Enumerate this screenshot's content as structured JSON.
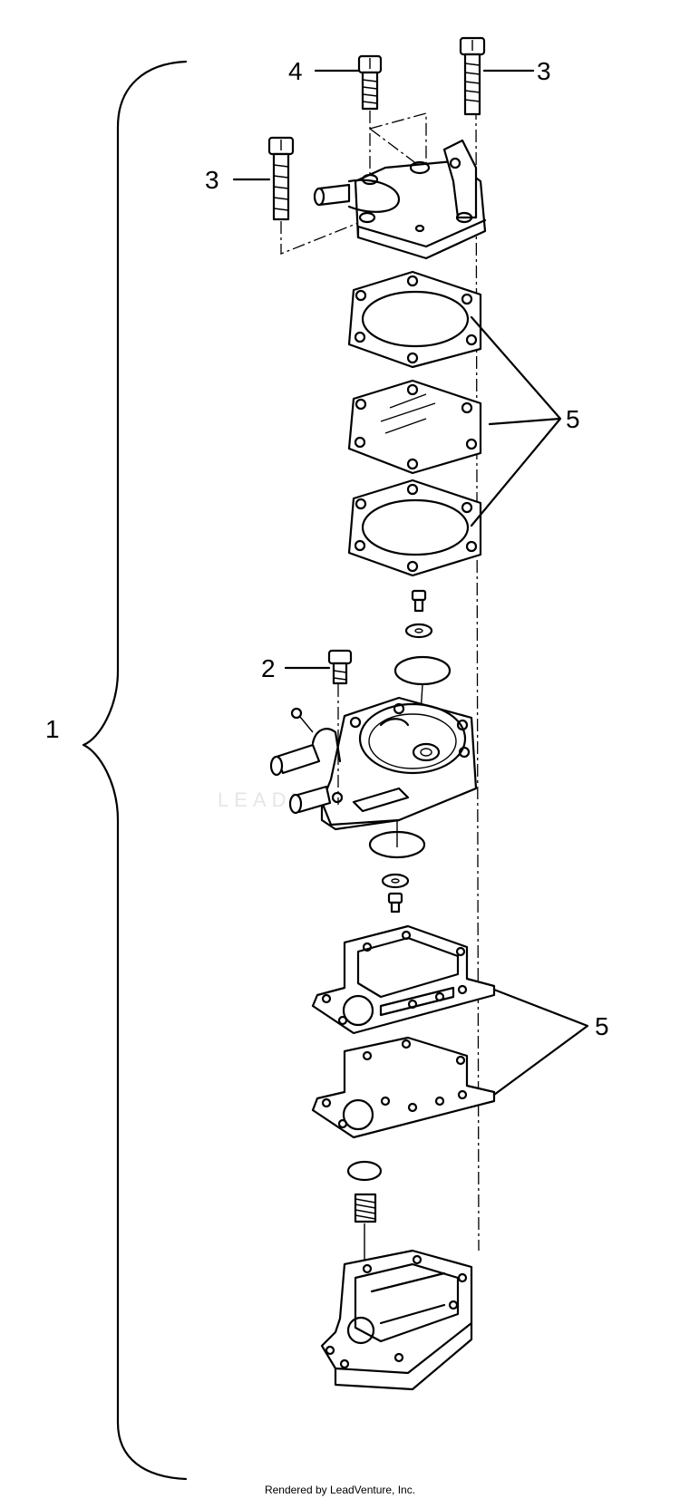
{
  "callouts": {
    "c1": "1",
    "c2": "2",
    "c3a": "3",
    "c3b": "3",
    "c4": "4",
    "c5a": "5",
    "c5b": "5"
  },
  "watermark": "LEADVENTURE",
  "footer": "Rendered by LeadVenture, Inc."
}
